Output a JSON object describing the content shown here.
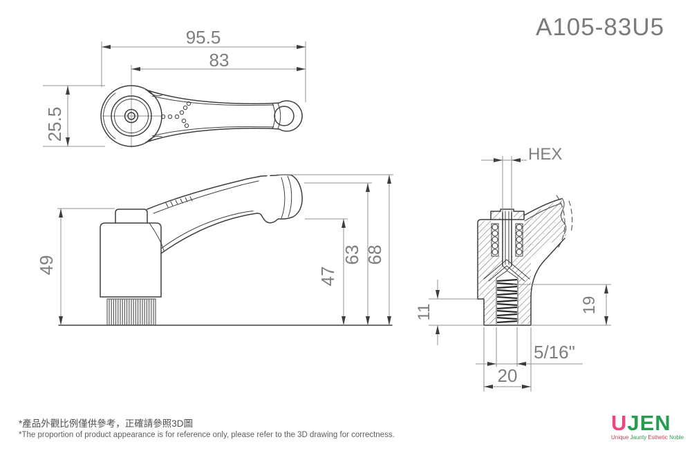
{
  "part_number": "A105-83U5",
  "dims": {
    "top_overall": "95.5",
    "top_handle": "83",
    "top_boss": "25.5",
    "side_base_height": "49",
    "side_tip_bottom": "47",
    "side_tip_top": "63",
    "side_overall": "68",
    "hex": "HEX",
    "collar_height": "11",
    "thread_depth": "19",
    "thread_size": "5/16\"",
    "base_width": "20"
  },
  "notes": {
    "zh": "*產品外觀比例僅供參考，正確請參照3D圖",
    "en": "*The proportion of product appearance is for reference only, please refer to the 3D drawing for correctness."
  },
  "logo": {
    "u": "U",
    "jen": "JEN",
    "tagline": {
      "w1": "Unique",
      "w2": "Jaunty",
      "w3": "Esthetic",
      "w4": "Noble"
    }
  },
  "colors": {
    "outline": "#3d3d3d",
    "dimension": "#8f8f8f",
    "dimension_text": "#7e7e7e",
    "logo_pink": "#e8487c",
    "logo_green": "#279b4f",
    "tagline_red": "#c4454f",
    "tagline_green": "#2f9e4f"
  }
}
